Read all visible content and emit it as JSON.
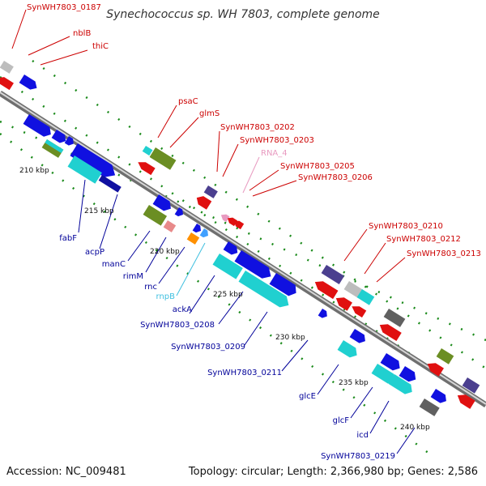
{
  "title": "Synechococcus sp. WH 7803, complete genome",
  "footer": {
    "accession": "Accession: NC_009481",
    "topology": "Topology: circular; Length: 2,366,980 bp; Genes: 2,586"
  },
  "ticks": [
    "210 kbp",
    "215 kbp",
    "220 kbp",
    "225 kbp",
    "230 kbp",
    "235 kbp",
    "240 kbp"
  ],
  "labels_top": [
    "SynWH7803_0187",
    "nblB",
    "thiC",
    "psaC",
    "glmS",
    "SynWH7803_0202",
    "SynWH7803_0203",
    "RNA_4",
    "SynWH7803_0205",
    "SynWH7803_0206",
    "SynWH7803_0210",
    "SynWH7803_0212",
    "SynWH7803_0213"
  ],
  "labels_bottom": [
    "fabF",
    "acpP",
    "manC",
    "rimM",
    "rnc",
    "rnpB",
    "ackA",
    "SynWH7803_0208",
    "SynWH7803_0209",
    "SynWH7803_0211",
    "glcE",
    "glcF",
    "icd",
    "SynWH7803_0219"
  ],
  "colors": {
    "backbone": "#888888",
    "forward_cds": "#1010e0",
    "reverse_cds": "#e01010",
    "forward_label": "#000099",
    "reverse_label": "#cc0000",
    "rna": "#e89ac0",
    "gene_cyan": "#20d0d0",
    "gene_olive": "#6b8e23",
    "gene_gray": "#606060"
  }
}
